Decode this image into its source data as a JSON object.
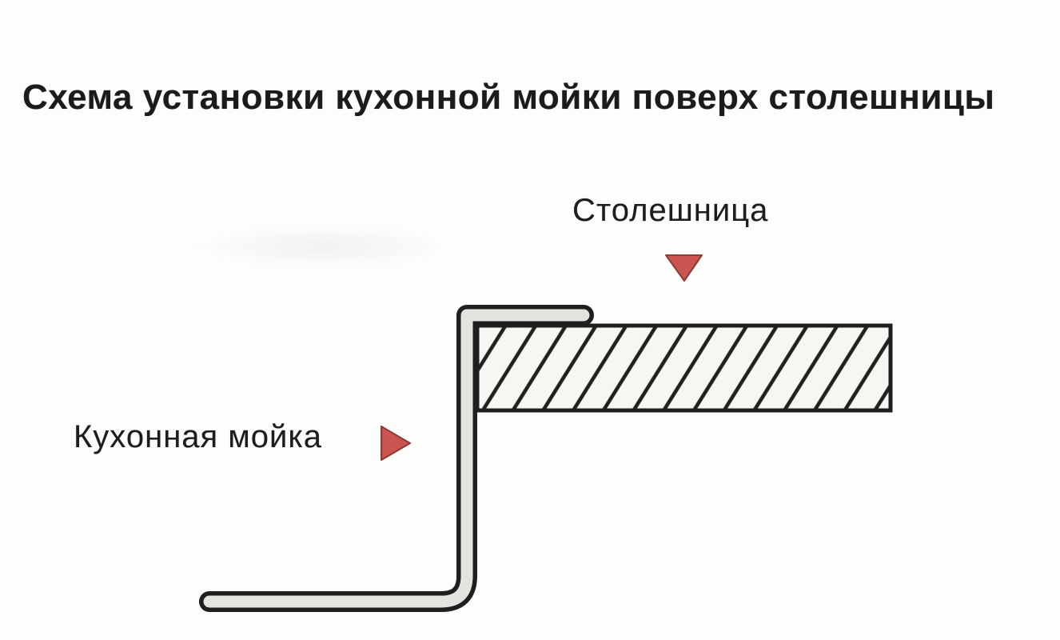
{
  "title": "Схема установки кухонной мойки поверх столешницы",
  "diagram": {
    "labels": {
      "countertop": "Столешница",
      "sink": "Кухонная мойка"
    },
    "icons": {
      "countertop_pointer": "triangle-down-icon",
      "sink_pointer": "triangle-right-icon"
    },
    "colors": {
      "text": "#1c1c1c",
      "line_dark": "#1f1f1f",
      "hatch_line": "#20201f",
      "countertop_fill": "#f7f6f2",
      "tube_fill": "#e4e3e0",
      "accent_red": "#c95450",
      "accent_red_edge": "#8c3c37",
      "background": "#fdfdfc"
    }
  }
}
